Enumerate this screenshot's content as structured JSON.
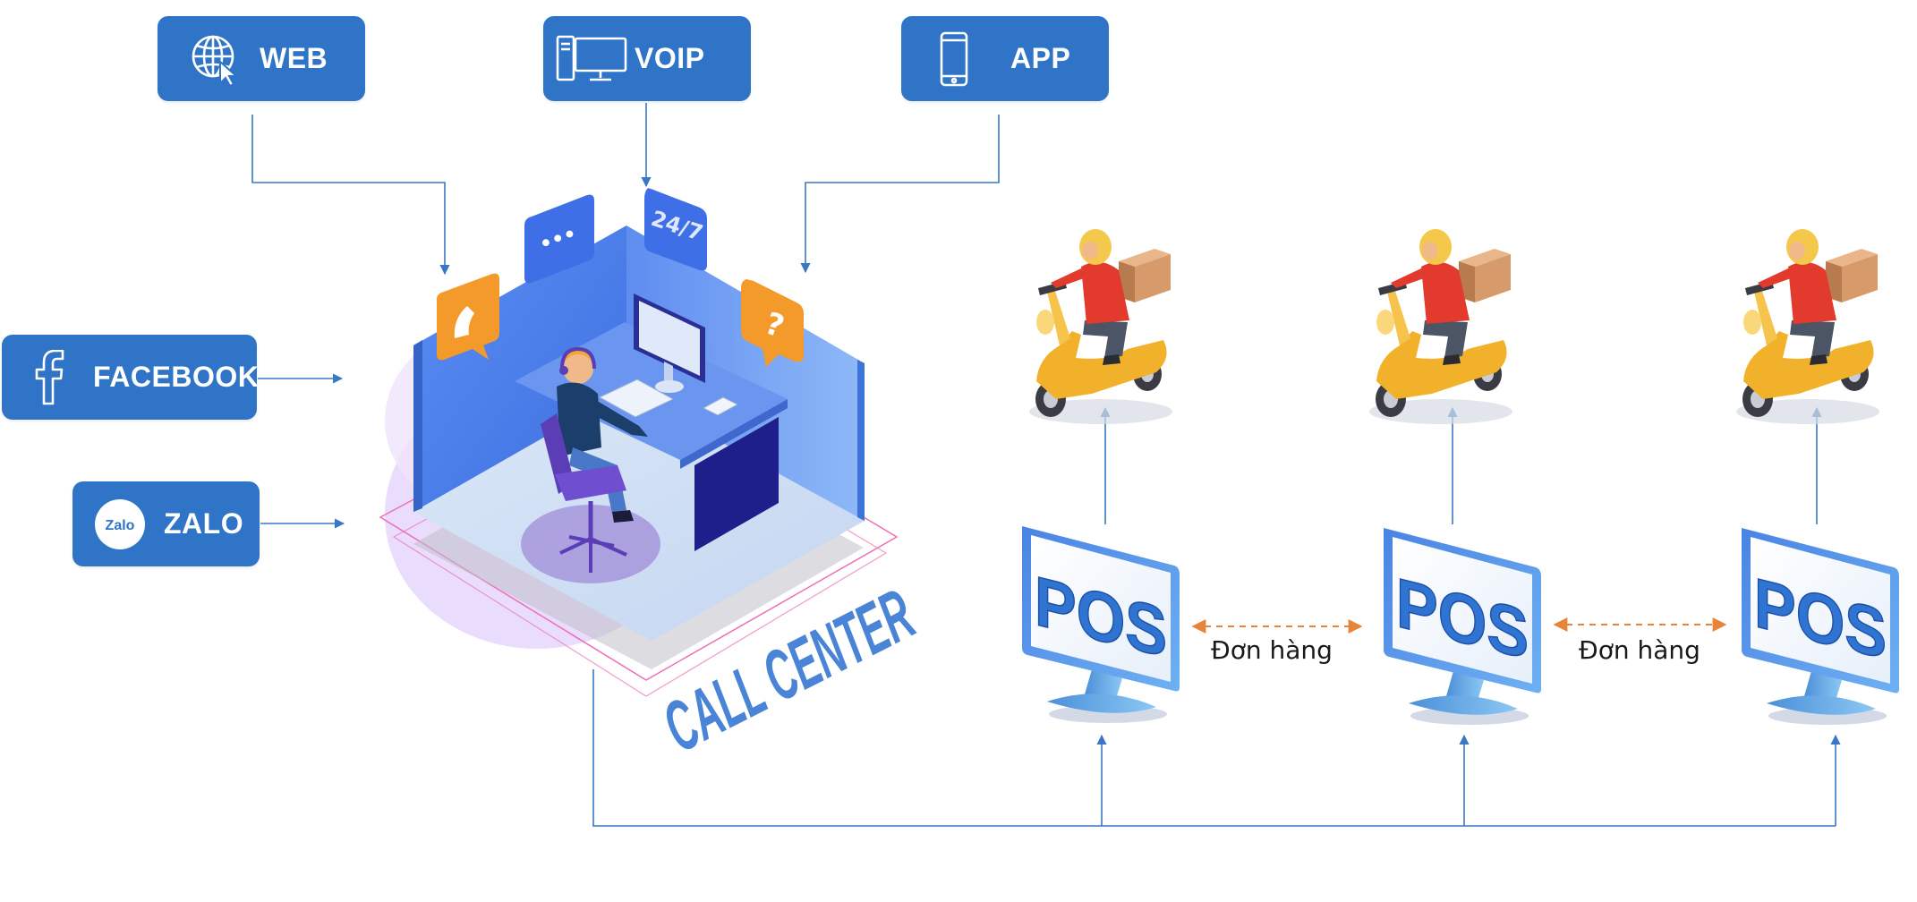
{
  "channels": {
    "web": {
      "label": "WEB",
      "icon": "globe-cursor-icon"
    },
    "voip": {
      "label": "VOIP",
      "icon": "desktop-monitor-icon"
    },
    "app": {
      "label": "APP",
      "icon": "smartphone-icon"
    },
    "facebook": {
      "label": "FACEBOOK",
      "icon": "facebook-icon"
    },
    "zalo": {
      "label": "ZALO",
      "icon": "zalo-icon",
      "icon_text": "Zalo"
    }
  },
  "call_center": {
    "label": "CALL CENTER",
    "bubbles": {
      "chat": "•••",
      "availability": "24/7",
      "help": "?"
    }
  },
  "pos_terminals": [
    {
      "label": "POS"
    },
    {
      "label": "POS"
    },
    {
      "label": "POS"
    }
  ],
  "orders": [
    {
      "label": "Đơn hàng"
    },
    {
      "label": "Đơn hàng"
    }
  ],
  "colors": {
    "channel_box": "#2f74c6",
    "connector": "#3a78c4",
    "order_arrow": "#e8843a",
    "room_blue": "#4f86ee",
    "bubble_orange": "#f39a2b",
    "courier_red": "#e23b2e",
    "scooter_yellow": "#f2b12b"
  }
}
